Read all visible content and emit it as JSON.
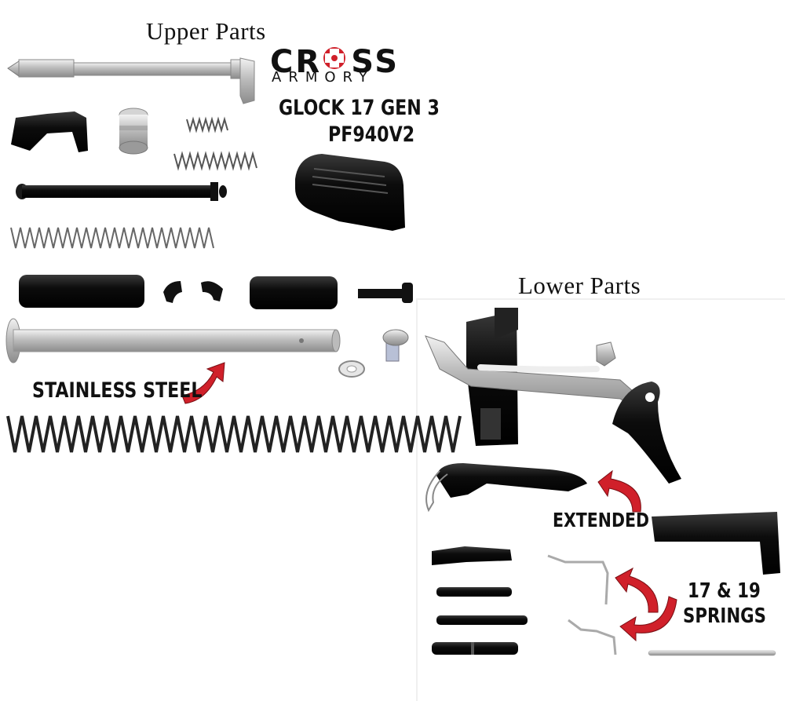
{
  "headings": {
    "upper": "Upper Parts",
    "lower": "Lower Parts"
  },
  "logo": {
    "line1": "CROSS",
    "line2": "ARMORY",
    "accent_color": "#d0202a"
  },
  "model": {
    "line1": "GLOCK 17 GEN 3",
    "line2": "PF940V2"
  },
  "callouts": {
    "stainless": "STAINLESS STEEL",
    "extended": "EXTENDED",
    "springs_line1": "17 & 19",
    "springs_line2": "SPRINGS"
  },
  "colors": {
    "arrow_red": "#d0202a",
    "steel": "#c9c9c9",
    "black_part": "#111111"
  }
}
